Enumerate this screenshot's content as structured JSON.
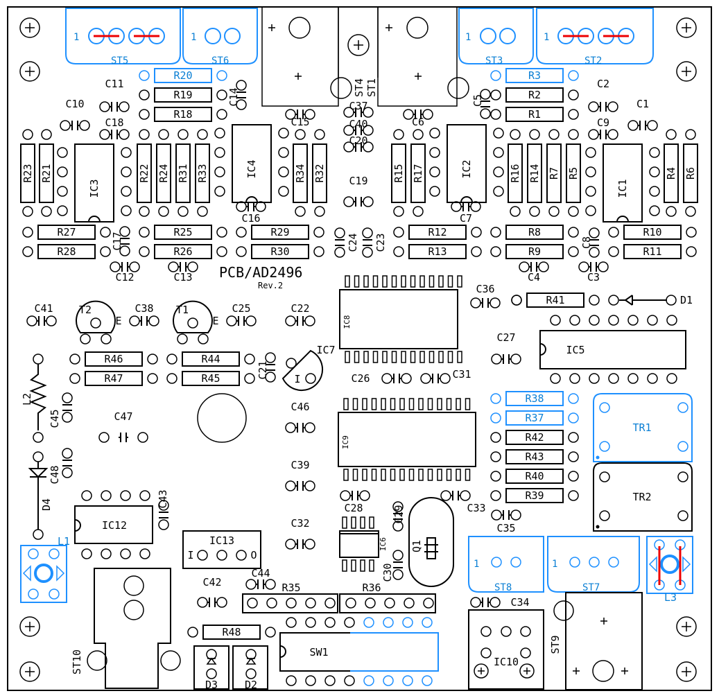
{
  "board": {
    "title": "PCB/AD2496",
    "revision": "Rev.2",
    "colors": {
      "outline": "#000000",
      "highlight": "#1e90ff",
      "jumper": "#ff0000",
      "text": "#000000"
    }
  },
  "resistors_h": [
    "R20",
    "R19",
    "R18",
    "R3",
    "R2",
    "R1",
    "R27",
    "R28",
    "R25",
    "R26",
    "R29",
    "R30",
    "R12",
    "R13",
    "R8",
    "R9",
    "R10",
    "R11",
    "R41",
    "R46",
    "R47",
    "R44",
    "R45",
    "R38",
    "R37",
    "R42",
    "R43",
    "R40",
    "R39",
    "R48",
    "R35",
    "R36"
  ],
  "resistors_v": [
    "R23",
    "R21",
    "R22",
    "R24",
    "R31",
    "R33",
    "R34",
    "R32",
    "R15",
    "R17",
    "R16",
    "R14",
    "R7",
    "R5",
    "R4",
    "R6"
  ],
  "capacitors": [
    "C11",
    "C10",
    "C18",
    "C14",
    "C15",
    "C37",
    "C40",
    "C20",
    "C19",
    "C16",
    "C6",
    "C5",
    "C7",
    "C2",
    "C1",
    "C9",
    "C8",
    "C4",
    "C3",
    "C17",
    "C12",
    "C13",
    "C24",
    "C23",
    "C36",
    "C41",
    "C38",
    "C25",
    "C22",
    "C27",
    "C21",
    "C26",
    "C31",
    "C45",
    "C47",
    "C46",
    "C48",
    "C39",
    "C28",
    "C29",
    "C33",
    "C35",
    "C43",
    "C32",
    "C30",
    "C44",
    "C42",
    "C34"
  ],
  "ics": [
    "IC3",
    "IC4",
    "IC2",
    "IC1",
    "IC8",
    "IC5",
    "IC7",
    "IC9",
    "IC12",
    "IC13",
    "IC6",
    "IC10"
  ],
  "connectors": [
    "ST5",
    "ST6",
    "ST3",
    "ST2",
    "ST4",
    "ST1",
    "ST8",
    "ST7",
    "ST9",
    "ST10"
  ],
  "transistors": [
    "T2",
    "T1"
  ],
  "misc": [
    "D1",
    "D4",
    "D3",
    "D2",
    "L2",
    "L1",
    "L3",
    "TR1",
    "TR2",
    "Q1",
    "SW1"
  ],
  "pin_labels": {
    "pin1": "1",
    "emitter": "E",
    "input": "I",
    "output": "O"
  }
}
